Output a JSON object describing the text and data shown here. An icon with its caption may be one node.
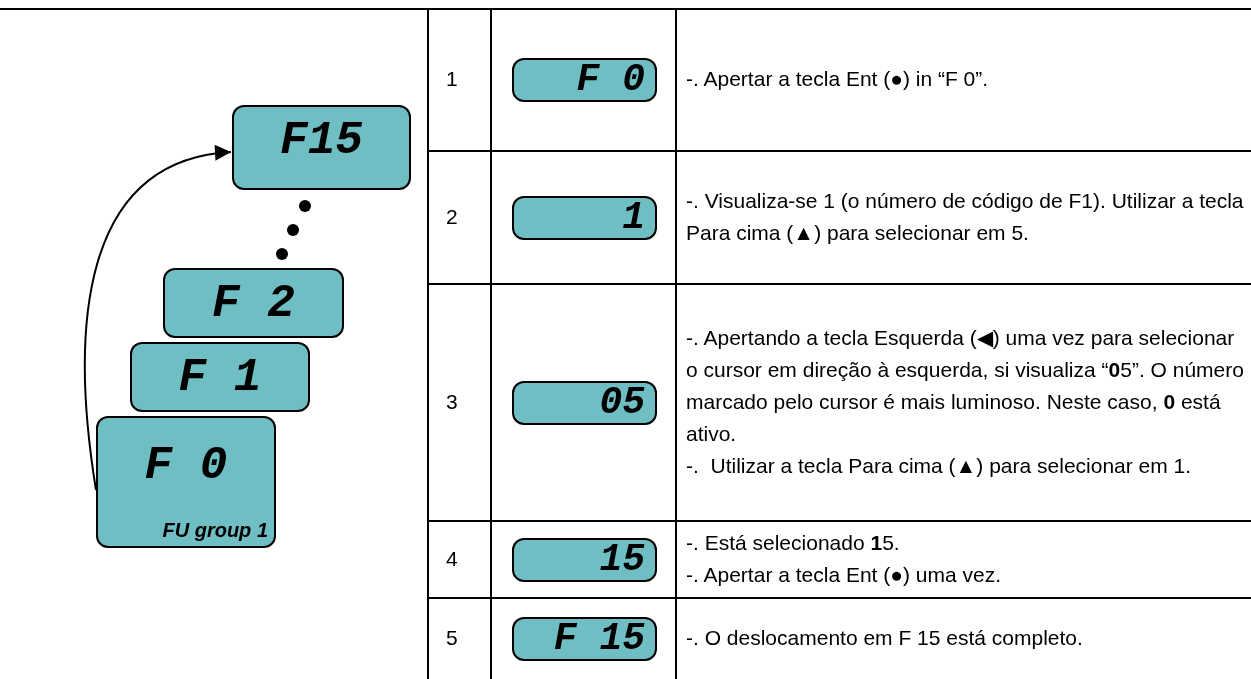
{
  "diagram": {
    "nodes": [
      {
        "text": [
          "F15"
        ]
      },
      {
        "text": [
          "F 2"
        ]
      },
      {
        "text": [
          "F 1"
        ]
      },
      {
        "text": [
          "F 0",
          "FU group 1"
        ]
      }
    ],
    "edges": [
      {
        "from": 3,
        "to": 0,
        "arrow": "to"
      }
    ],
    "labels": [
      "1",
      "F 0",
      "-. Apertar a tecla Ent (●) in “F 0”.",
      "2",
      "1",
      "-. Visualiza-se 1 (o número de código de F1). Utilizar a tecla Para cima (▲) para selecionar em 5.",
      "3",
      "05",
      "-. Apertando a tecla Esquerda (◀) uma vez para selecionar o cursor em direção à esquerda, si visualiza “**0**5”. O número marcado pelo cursor é mais luminoso. Neste caso, **0** está ativo.",
      "-.  Utilizar a tecla Para cima (▲) para selecionar em 1.",
      "4",
      "15",
      "-. Está selecionado **1**5.",
      "-. Apertar a tecla Ent (●) uma vez.",
      "5",
      "F 15",
      "-. O deslocamento em F 15 está completo."
    ]
  }
}
